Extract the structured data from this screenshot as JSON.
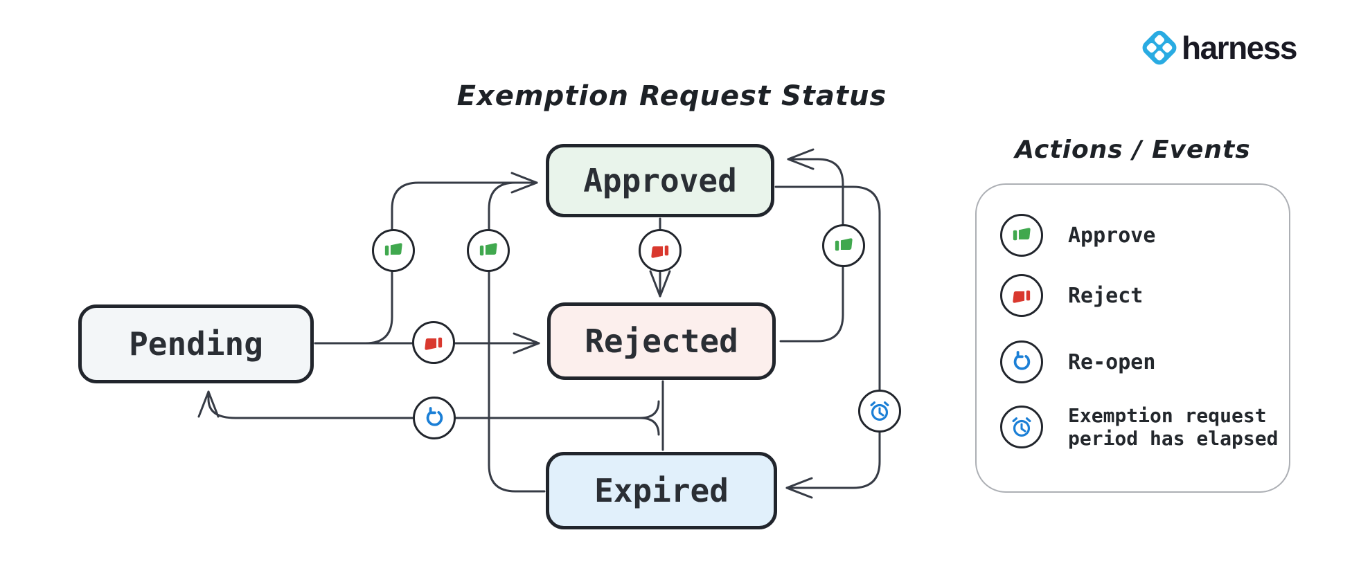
{
  "brand": {
    "name": "harness",
    "logo_color": "#29abe2",
    "text_color": "#191923"
  },
  "diagram": {
    "title": "Exemption Request Status",
    "states": [
      {
        "id": "pending",
        "label": "Pending",
        "fill": "#f3f6f8"
      },
      {
        "id": "approved",
        "label": "Approved",
        "fill": "#e9f4eb"
      },
      {
        "id": "rejected",
        "label": "Rejected",
        "fill": "#fcefed"
      },
      {
        "id": "expired",
        "label": "Expired",
        "fill": "#e1f0fb"
      }
    ],
    "transitions": [
      {
        "from": "Pending",
        "to": "Approved",
        "action": "Approve",
        "icon": "thumbs-up"
      },
      {
        "from": "Pending",
        "to": "Rejected",
        "action": "Reject",
        "icon": "thumbs-down"
      },
      {
        "from": "Approved",
        "to": "Rejected",
        "action": "Reject",
        "icon": "thumbs-down"
      },
      {
        "from": "Rejected",
        "to": "Approved",
        "action": "Approve",
        "icon": "thumbs-up"
      },
      {
        "from": "Expired",
        "to": "Approved",
        "action": "Approve",
        "icon": "thumbs-up"
      },
      {
        "from": "Approved",
        "to": "Expired",
        "action": "Exemption request period has elapsed",
        "icon": "alarm-clock"
      },
      {
        "from": "Rejected",
        "to": "Pending",
        "action": "Re-open",
        "icon": "reopen"
      },
      {
        "from": "Expired",
        "to": "Pending",
        "action": "Re-open",
        "icon": "reopen"
      }
    ]
  },
  "legend": {
    "title": "Actions / Events",
    "items": [
      {
        "icon": "thumbs-up",
        "color": "#40a84e",
        "label": "Approve"
      },
      {
        "icon": "thumbs-down",
        "color": "#d9382e",
        "label": "Reject"
      },
      {
        "icon": "reopen",
        "color": "#1b7fd6",
        "label": "Re-open"
      },
      {
        "icon": "alarm-clock",
        "color": "#1b7fd6",
        "label": "Exemption request period has elapsed"
      }
    ]
  },
  "colors": {
    "edge": "#363b45",
    "box_border": "#21252c",
    "approve_green": "#40a84e",
    "reject_red": "#d9382e",
    "event_blue": "#1b7fd6",
    "legend_border": "#acafb4"
  }
}
